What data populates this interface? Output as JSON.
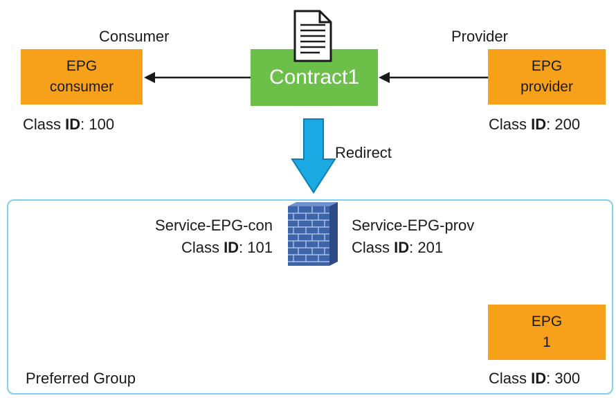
{
  "consumer": {
    "role_label": "Consumer",
    "epg_line1": "EPG",
    "epg_line2": "consumer",
    "class_prefix": "Class ",
    "class_key": "ID",
    "class_value": ": 100"
  },
  "provider": {
    "role_label": "Provider",
    "epg_line1": "EPG",
    "epg_line2": "provider",
    "class_prefix": "Class ",
    "class_key": "ID",
    "class_value": ": 200"
  },
  "contract": {
    "label": "Contract1",
    "icon": "document-icon"
  },
  "redirect": {
    "label": "Redirect",
    "icon": "down-arrow-icon"
  },
  "service_con": {
    "name": "Service-EPG-con",
    "class_prefix": "Class ",
    "class_key": "ID",
    "class_value": ": 101"
  },
  "service_prov": {
    "name": "Service-EPG-prov",
    "class_prefix": "Class ",
    "class_key": "ID",
    "class_value": ": 201"
  },
  "firewall": {
    "icon": "firewall-icon"
  },
  "epg1": {
    "line1": "EPG",
    "line2": "1",
    "class_prefix": "Class ",
    "class_key": "ID",
    "class_value": ": 300"
  },
  "preferred_group": {
    "label": "Preferred Group"
  },
  "colors": {
    "epg_orange": "#f7a11a",
    "contract_green": "#6cc04a",
    "redirect_blue": "#1aa9e0",
    "group_border": "#7fd0ec",
    "firewall_blue": "#3d63a8"
  }
}
